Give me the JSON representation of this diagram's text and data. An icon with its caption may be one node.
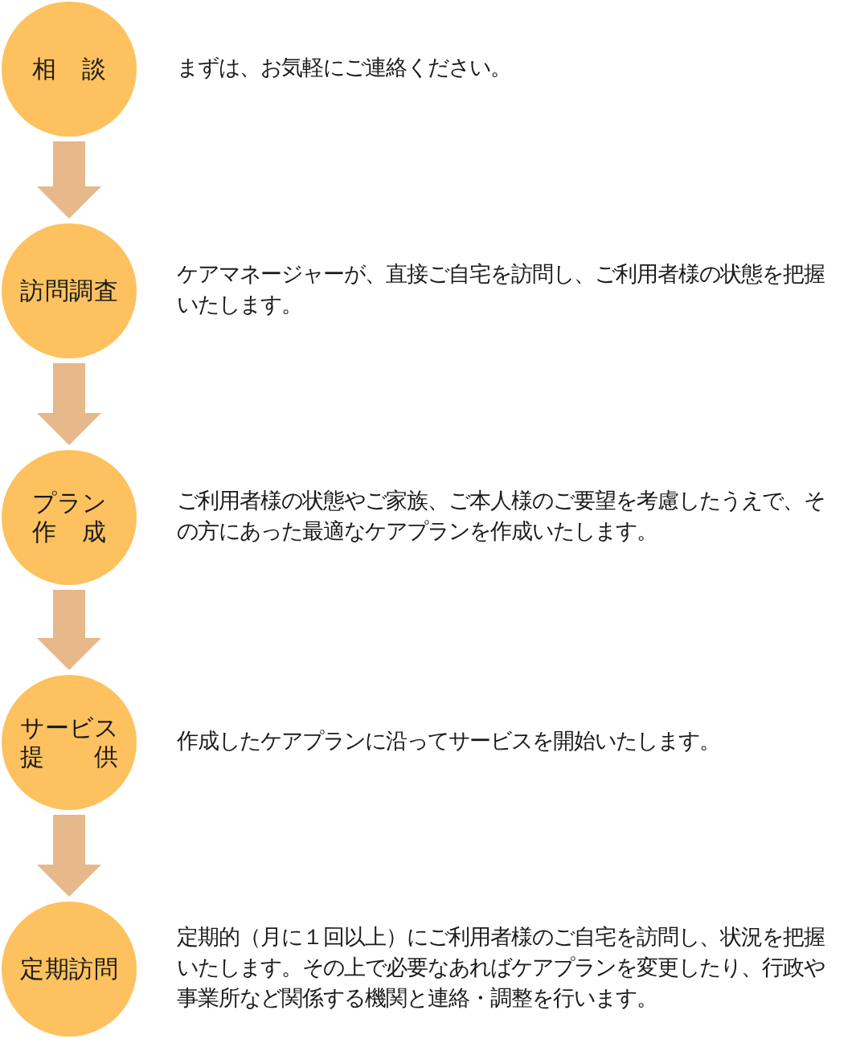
{
  "diagram": {
    "nodes": [
      {
        "text": [
          "相談"
        ],
        "beside": [
          "まずは、お気軽にご連絡ください。"
        ]
      },
      {
        "text": [
          "訪問調査"
        ],
        "beside": [
          "ケアマネージャーが、直接ご自宅を訪問し、ご利用者様の状態を把握いたします。"
        ]
      },
      {
        "text": [
          "プラン作成"
        ],
        "beside": [
          "ご利用者様の状態やご家族、ご本人様のご要望を考慮したうえで、その方にあった最適なケアプランを作成いたします。"
        ]
      },
      {
        "text": [
          "サービス提供"
        ],
        "beside": [
          "作成したケアプランに沿ってサービスを開始いたします。"
        ]
      },
      {
        "text": [
          "定期訪問"
        ],
        "beside": [
          "定期的（月に１回以上）にご利用者様のご自宅を訪問し、状況を把握いたします。その上で必要なあればケアプランを変更したり、行政や事業所など関係する機関と連絡・調整を行います。"
        ]
      }
    ],
    "edges": [
      {
        "from": 0,
        "to": 1,
        "arrow": "to"
      },
      {
        "from": 1,
        "to": 2,
        "arrow": "to"
      },
      {
        "from": 2,
        "to": 3,
        "arrow": "to"
      },
      {
        "from": 3,
        "to": 4,
        "arrow": "to"
      }
    ]
  }
}
